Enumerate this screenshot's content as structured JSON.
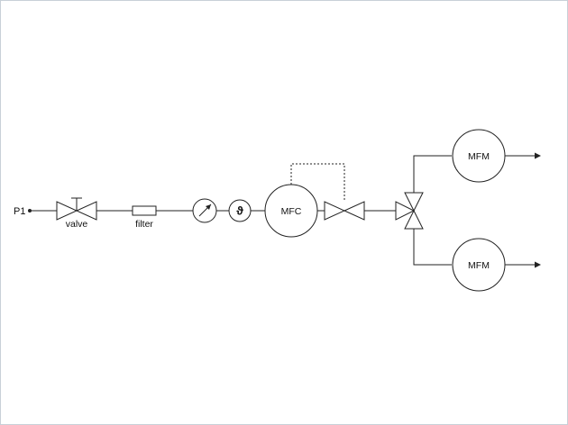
{
  "diagram": {
    "inlet_label": "P1",
    "valve_label": "valve",
    "filter_label": "filter",
    "pressure_gauge_icon": "pressure-gauge-icon",
    "thermometer_symbol": "ϑ",
    "mfc_label": "MFC",
    "mfm_top_label": "MFM",
    "mfm_bottom_label": "MFM"
  }
}
